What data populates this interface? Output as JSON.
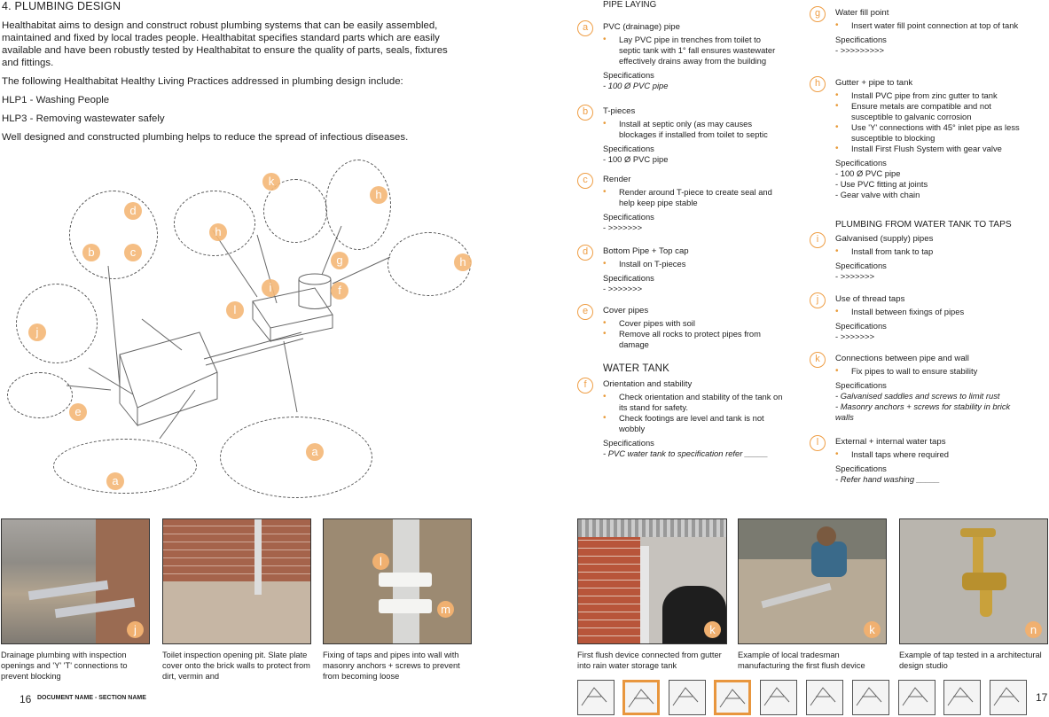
{
  "left": {
    "heading": "4. PLUMBING DESIGN",
    "intro": [
      "Healthabitat aims to design and construct robust plumbing systems that can be easily assembled, maintained and fixed by local trades people. Healthabitat specifies standard parts which are easily available and have been robustly tested by Healthabitat to ensure the quality of parts, seals, fixtures and fittings.",
      "The following Healthabitat Healthy Living Practices addressed in plumbing design include:",
      "HLP1 - Washing People",
      "HLP3 - Removing wastewater safely",
      "Well designed and constructed plumbing helps to reduce the spread of infectious diseases."
    ],
    "diagram_labels": [
      "d",
      "b",
      "c",
      "h",
      "k",
      "h",
      "g",
      "h",
      "i",
      "f",
      "l",
      "j",
      "e",
      "a",
      "a"
    ],
    "photos": [
      {
        "badge": "j",
        "caption": "Drainage plumbing with inspection openings and 'Y' 'T' connections to prevent blocking"
      },
      {
        "badge": "",
        "caption": "Toilet inspection opening pit. Slate plate cover onto the brick walls to protect from dirt, vermin and"
      },
      {
        "badge": "l",
        "badge2": "m",
        "caption": "Fixing of taps and pipes into wall with masonry anchors + screws to prevent from becoming loose"
      }
    ],
    "page_number": "16",
    "footer": "DOCUMENT NAME - SECTION NAME"
  },
  "right": {
    "col1_heading": "PIPE LAYING",
    "sections1": [
      {
        "badge": "a",
        "title": "PVC (drainage) pipe",
        "bullets": [
          "Lay PVC pipe in trenches from toilet to septic tank with 1° fall ensures wastewater effectively drains away from the building"
        ],
        "spec_label": "Specifications",
        "specs": [
          "- 100 Ø PVC pipe"
        ],
        "italic": true
      },
      {
        "badge": "b",
        "title": "T-pieces",
        "bullets": [
          "Install at septic only (as may causes blockages if installed from toilet to septic"
        ],
        "spec_label": "Specifications",
        "specs": [
          "- 100 Ø PVC pipe"
        ],
        "italic": false
      },
      {
        "badge": "c",
        "title": "Render",
        "bullets": [
          "Render around T-piece to create seal and help keep pipe stable"
        ],
        "spec_label": "Specifications",
        "specs": [
          "- >>>>>>>"
        ],
        "italic": false
      },
      {
        "badge": "d",
        "title": "Bottom Pipe + Top cap",
        "bullets": [
          "Install on T-pieces"
        ],
        "spec_label": "Specifications",
        "specs": [
          "- >>>>>>>"
        ],
        "italic": false
      },
      {
        "badge": "e",
        "title": "Cover pipes",
        "bullets": [
          "Cover pipes with soil",
          "Remove all rocks to protect pipes from damage"
        ],
        "spec_label": "",
        "specs": [],
        "italic": false
      }
    ],
    "water_tank_heading": "WATER TANK",
    "water_tank": {
      "badge": "f",
      "title": "Orientation and stability",
      "bullets": [
        "Check orientation and stability of the tank on its stand for safety.",
        "Check footings are level and tank is not wobbly"
      ],
      "spec_label": "Specifications",
      "specs": [
        "- PVC water tank to specification refer _____"
      ],
      "italic": true
    },
    "sections2": [
      {
        "badge": "g",
        "title": "Water fill point",
        "bullets": [
          "Insert water fill point connection at top of tank"
        ],
        "spec_label": "Specifications",
        "specs": [
          "- >>>>>>>>>"
        ],
        "italic": false
      },
      {
        "badge": "h",
        "title": "Gutter + pipe to tank",
        "bullets": [
          "Install PVC pipe from zinc gutter to tank",
          "Ensure metals are compatible and not susceptible to galvanic corrosion",
          "Use 'Y' connections with 45° inlet pipe as less susceptible to blocking",
          "Install First Flush System with gear valve"
        ],
        "spec_label": "Specifications",
        "specs": [
          "- 100 Ø PVC pipe",
          "- Use PVC fitting at joints",
          "- Gear valve with chain"
        ],
        "italic": false
      }
    ],
    "taps_heading": "PLUMBING FROM WATER TANK TO TAPS",
    "sections3": [
      {
        "badge": "i",
        "title": "Galvanised (supply) pipes",
        "bullets": [
          "Install from tank to tap"
        ],
        "spec_label": "Specifications",
        "specs": [
          "- >>>>>>>"
        ],
        "italic": false
      },
      {
        "badge": "j",
        "title": "Use of thread taps",
        "bullets": [
          "Install between fixings of pipes"
        ],
        "spec_label": "Specifications",
        "specs": [
          "- >>>>>>>"
        ],
        "italic": false
      },
      {
        "badge": "k",
        "title": "Connections between pipe and wall",
        "bullets": [
          "Fix pipes to wall to ensure stability"
        ],
        "spec_label": "Specifications",
        "specs": [
          "- Galvanised saddles and screws to limit rust",
          "- Masonry anchors + screws for stability in brick walls"
        ],
        "italic": true
      },
      {
        "badge": "l",
        "title": "External + internal water taps",
        "bullets": [
          "Install taps where required"
        ],
        "spec_label": "Specifications",
        "specs": [
          "- Refer hand washing _____"
        ],
        "italic": true
      }
    ],
    "photos": [
      {
        "badge": "k",
        "caption": "First flush device connected from gutter into rain water storage tank"
      },
      {
        "badge": "k",
        "caption": "Example of local tradesman manufacturing the first flush device"
      },
      {
        "badge": "n",
        "caption": "Example of tap tested in a architectural design studio"
      }
    ],
    "page_number": "17",
    "thumbnails": [
      false,
      true,
      false,
      true,
      false,
      false,
      false,
      false,
      false,
      false,
      false
    ],
    "accent_color": "#e8963e"
  }
}
